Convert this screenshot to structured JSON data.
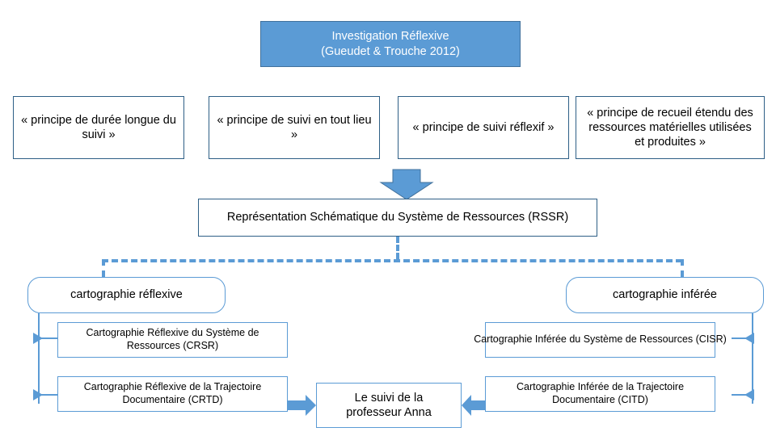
{
  "diagram": {
    "title_box": {
      "line1": "Investigation Réflexive",
      "line2": "(Gueudet & Trouche 2012)"
    },
    "principles": [
      "« principe de durée longue du suivi »",
      "« principe de suivi en tout lieu »",
      "« principe de suivi réflexif »",
      "« principe de recueil étendu des ressources matérielles utilisées et produites »"
    ],
    "rssr_label": "Représentation Schématique du Système de Ressources (RSSR)",
    "branches": {
      "left_label": "cartographie réflexive",
      "right_label": "cartographie inférée"
    },
    "left_items": [
      "Cartographie Réflexive du Système de Ressources (CRSR)",
      "Cartographie Réflexive de la Trajectoire Documentaire (CRTD)"
    ],
    "right_items": [
      "Cartographie Inférée du Système de Ressources (CISR)",
      "Cartographie Inférée de la Trajectoire Documentaire (CITD)"
    ],
    "center_box": {
      "line1": "Le suivi de la",
      "line2": "professeur Anna"
    },
    "colors": {
      "accent": "#5b9bd5",
      "accent_dark": "#41719c",
      "border_dark": "#2e5f86",
      "text": "#000000",
      "title_text": "#ffffff",
      "background": "#ffffff"
    }
  }
}
